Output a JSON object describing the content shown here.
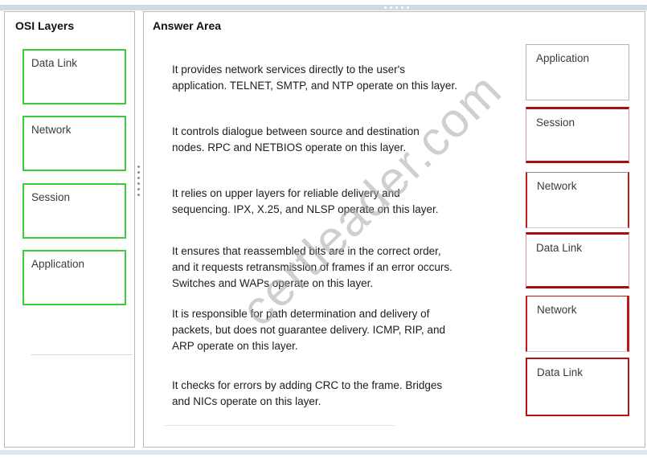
{
  "left_panel": {
    "title": "OSI Layers",
    "items": [
      {
        "label": "Data Link"
      },
      {
        "label": "Network"
      },
      {
        "label": "Session"
      },
      {
        "label": "Application"
      }
    ]
  },
  "answer_area": {
    "title": "Answer Area",
    "questions": [
      {
        "lines": [
          "It provides network services directly to the user's",
          "application. TELNET, SMTP, and NTP operate on this layer."
        ]
      },
      {
        "lines": [
          "It controls dialogue between source and destination",
          "nodes. RPC and NETBIOS operate on this layer."
        ]
      },
      {
        "lines": [
          "It relies on upper layers for reliable delivery and",
          "sequencing. IPX, X.25, and NLSP operate on this layer."
        ]
      },
      {
        "lines": [
          "It ensures that reassembled bits are in the correct order,",
          "and it requests retransmission of frames if an error occurs.",
          "Switches and WAPs operate on this layer."
        ]
      },
      {
        "lines": [
          "It is responsible for path determination and delivery of",
          "packets, but does not guarantee delivery. ICMP, RIP, and",
          "ARP operate on this layer."
        ]
      },
      {
        "lines": [
          "It checks for errors by adding CRC to the frame. Bridges",
          "and NICs operate on this layer."
        ]
      }
    ],
    "answers": [
      {
        "label": "Application"
      },
      {
        "label": "Session"
      },
      {
        "label": "Network"
      },
      {
        "label": "Data Link"
      },
      {
        "label": "Network"
      },
      {
        "label": "Data Link"
      }
    ]
  },
  "watermark": "certleader.com",
  "icons": {
    "top_grip": "horizontal-dots",
    "panel_grip": "vertical-dots"
  },
  "colors": {
    "source_border_green": "#3bcc3b",
    "answer_border_red": "#c11818",
    "answer_border_red_thick": "#a50f0f",
    "answer_border_gray": "#b3b3b3",
    "panel_border": "#b9b9b9",
    "splitter_bar": "#cfdbe4"
  }
}
